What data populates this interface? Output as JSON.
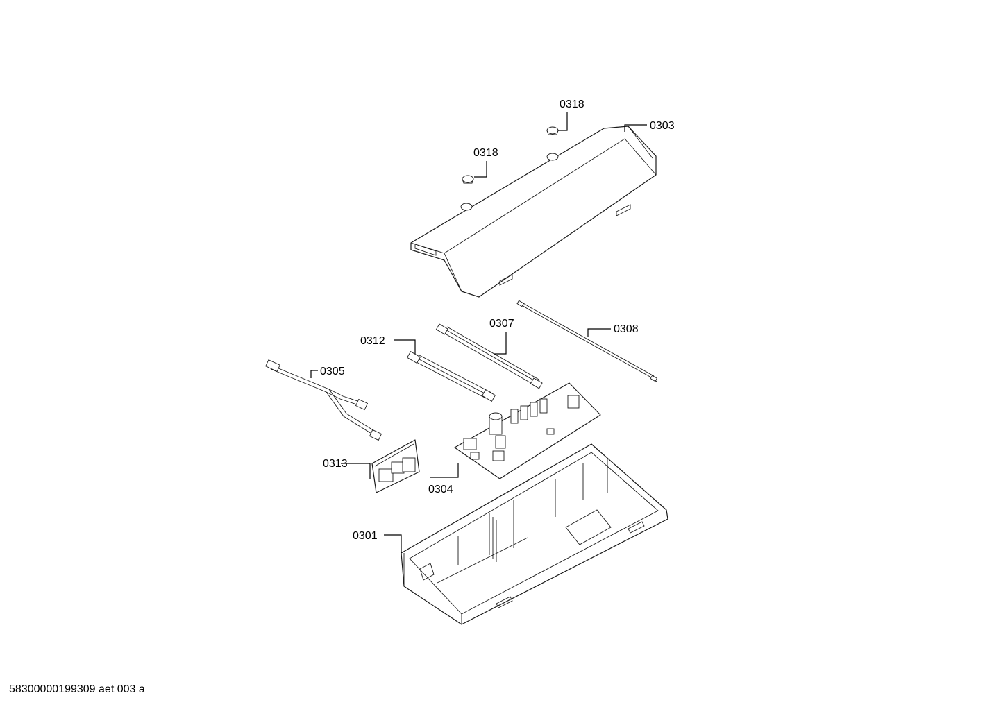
{
  "document_id": "58300000199309 aet 003 a",
  "callouts": {
    "c0318a": "0318",
    "c0318b": "0318",
    "c0303": "0303",
    "c0307": "0307",
    "c0308": "0308",
    "c0312": "0312",
    "c0305": "0305",
    "c0313": "0313",
    "c0304": "0304",
    "c0301": "0301"
  },
  "parts": [
    {
      "id": "0301",
      "name": "housing-tray"
    },
    {
      "id": "0303",
      "name": "cover"
    },
    {
      "id": "0304",
      "name": "main-pcb"
    },
    {
      "id": "0305",
      "name": "wire-harness"
    },
    {
      "id": "0307",
      "name": "ribbon-cable"
    },
    {
      "id": "0308",
      "name": "wire-cable"
    },
    {
      "id": "0312",
      "name": "ribbon-cable"
    },
    {
      "id": "0313",
      "name": "small-pcb"
    },
    {
      "id": "0318",
      "name": "cap-plug"
    }
  ]
}
